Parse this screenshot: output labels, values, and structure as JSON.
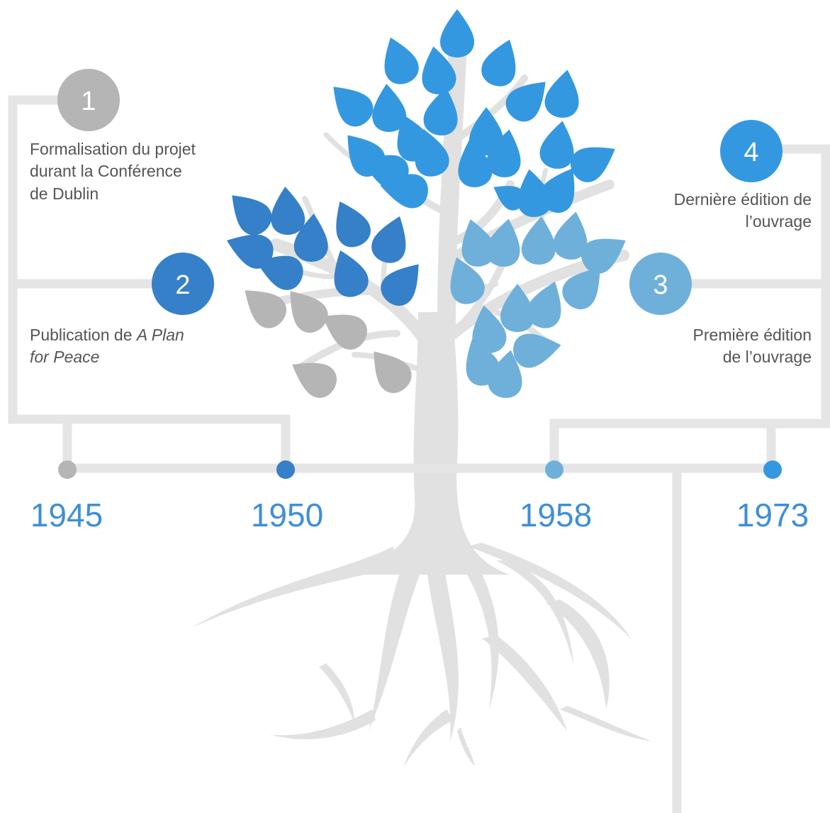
{
  "colors": {
    "frame": "#e5e5e5",
    "tree": "#e1e1e1",
    "gray": "#b5b5b5",
    "dark_blue": "#3580c8",
    "mid_blue": "#3f8fd6",
    "light_blue": "#6fb0db",
    "bright_blue": "#3498e0",
    "year_text": "#3f8fd6",
    "label_text": "#555555"
  },
  "events": [
    {
      "number": "1",
      "year": "1945",
      "color": "#b5b5b5",
      "label_lines": [
        "Formalisation du projet",
        "durant la Conférence",
        "de Dublin"
      ]
    },
    {
      "number": "2",
      "year": "1950",
      "color": "#3580c8",
      "label_prefix": "Publication de ",
      "label_italic_1": "A Plan",
      "label_italic_2": "for Peace"
    },
    {
      "number": "3",
      "year": "1958",
      "color": "#6fb0db",
      "label_lines": [
        "Première édition",
        "de l’ouvrage"
      ]
    },
    {
      "number": "4",
      "year": "1973",
      "color": "#3498e0",
      "label_lines": [
        "Dernière édition de",
        "l’ouvrage"
      ]
    }
  ]
}
